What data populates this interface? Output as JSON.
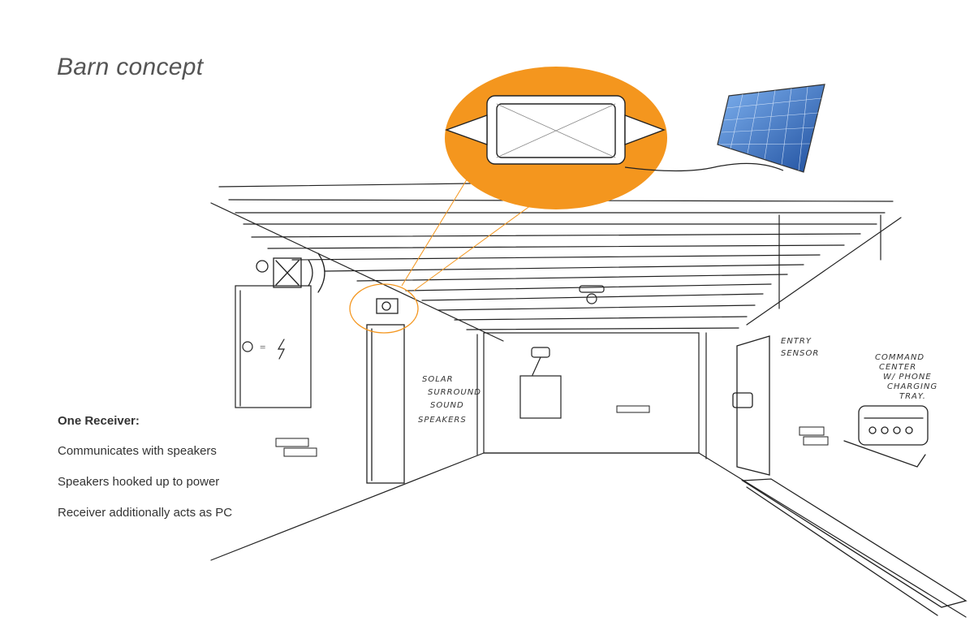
{
  "title": "Barn concept",
  "notes": {
    "heading": "One Receiver:",
    "items": [
      "Communicates with speakers",
      "Speakers hooked up to power",
      "Receiver additionally acts as PC"
    ]
  },
  "sketch_labels": {
    "solar_speakers": [
      "SOLAR",
      "SURROUND",
      "SOUND",
      "SPEAKERS"
    ],
    "entry_sensor": [
      "ENTRY",
      "SENSOR"
    ],
    "command_center": [
      "COMMAND",
      "CENTER",
      "W/ PHONE",
      "CHARGING",
      "TRAY."
    ]
  },
  "colors": {
    "accent": "#F4961E",
    "ink": "#222222",
    "solar_panel": "#3a7bd5"
  }
}
